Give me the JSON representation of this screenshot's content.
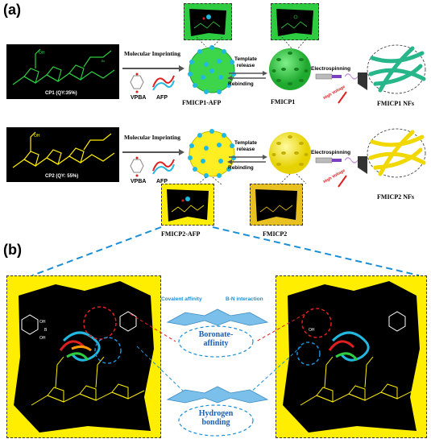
{
  "panels": {
    "a_label": "(a)",
    "b_label": "(b)"
  },
  "row1": {
    "polymer_label": "CP1 (QY:35%)",
    "step1_label": "Molecular Imprinting",
    "reagent1": "VPBA",
    "reagent2": "AFP",
    "product1": "FMICP1-AFP",
    "step2_top": "Template release",
    "step2_bottom": "Rebinding",
    "product2": "FMICP1",
    "step3_label": "Electrospinning",
    "voltage_label": "High Voltage",
    "product3": "FMICP1 NFs"
  },
  "row2": {
    "polymer_label": "CP2 (QY: 55%)",
    "step1_label": "Molecular Imprinting",
    "reagent1": "VPBA",
    "reagent2": "AFP",
    "product1": "FMICP2-AFP",
    "step2_top": "Template release",
    "step2_bottom": "Rebinding",
    "product2": "FMICP2",
    "step3_label": "Electrospinning",
    "voltage_label": "High Voltage",
    "product3": "FMICP2 NFs"
  },
  "panel_b": {
    "covalent_label": "Covalent affinity",
    "bn_label": "B-N interaction",
    "boronate_label": "Boronate-affinity",
    "hydrogen_label": "Hydrogen bonding"
  },
  "colors": {
    "green": "#2ecc40",
    "yellow": "#ffee00",
    "cyan": "#22b8e0",
    "dashed_blue": "#1a8fd6",
    "red_dash": "#e02020"
  }
}
